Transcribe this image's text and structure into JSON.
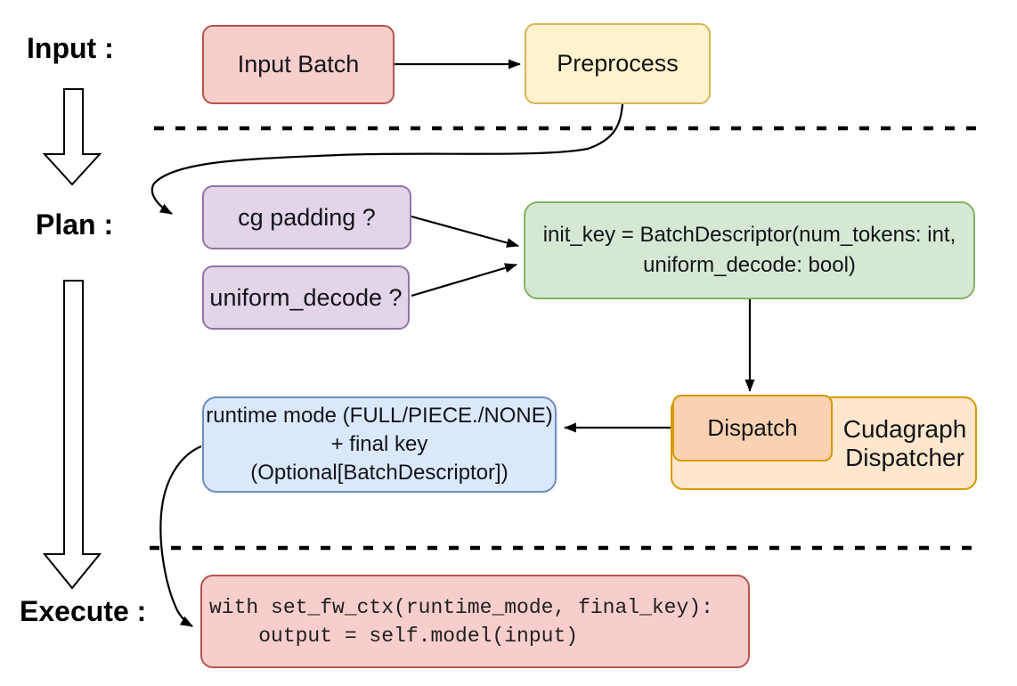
{
  "sections": {
    "input": {
      "label": "Input :"
    },
    "plan": {
      "label": "Plan :"
    },
    "execute": {
      "label": "Execute :"
    }
  },
  "nodes": {
    "input_batch": {
      "label": "Input Batch",
      "fill": "#f8cecc",
      "stroke": "#b85450"
    },
    "preprocess": {
      "label": "Preprocess",
      "fill": "#fff2cc",
      "stroke": "#d6b656"
    },
    "cg_padding": {
      "label": "cg padding ?",
      "fill": "#e1d5e7",
      "stroke": "#9673a6"
    },
    "uniform_decode": {
      "label": "uniform_decode ?",
      "fill": "#e1d5e7",
      "stroke": "#9673a6"
    },
    "init_key": {
      "line1": "init_key = BatchDescriptor(num_tokens: int,",
      "line2": "uniform_decode: bool)",
      "fill": "#d5e8d4",
      "stroke": "#82b366"
    },
    "runtime_mode": {
      "line1": "runtime mode (FULL/PIECE./NONE)",
      "line2": "+ final key (Optional[BatchDescriptor])",
      "fill": "#dae8fc",
      "stroke": "#6c8ebf"
    },
    "dispatch": {
      "label": "Dispatch",
      "fill": "#fbd2b1",
      "stroke": "#d79b00"
    },
    "cudagraph_dispatcher": {
      "line1": "Cudagraph",
      "line2": "Dispatcher",
      "fill": "#ffe6cc",
      "stroke": "#d79b00"
    },
    "execute_code": {
      "line1": "with set_fw_ctx(runtime_mode, final_key):",
      "line2": "    output = self.model(input)",
      "fill": "#f8cecc",
      "stroke": "#b85450"
    }
  },
  "edges": [
    {
      "from": "input_batch",
      "to": "preprocess",
      "type": "arrow"
    },
    {
      "from": "preprocess",
      "to": "cg_padding",
      "type": "curved-arrow"
    },
    {
      "from": "cg_padding",
      "to": "init_key",
      "type": "arrow"
    },
    {
      "from": "uniform_decode",
      "to": "init_key",
      "type": "arrow"
    },
    {
      "from": "init_key",
      "to": "dispatch",
      "type": "arrow"
    },
    {
      "from": "dispatch",
      "to": "runtime_mode",
      "type": "arrow"
    },
    {
      "from": "runtime_mode",
      "to": "execute_code",
      "type": "curved-arrow"
    }
  ],
  "dividers": [
    {
      "between": "input/plan",
      "style": "dashed"
    },
    {
      "between": "plan/execute",
      "style": "dashed"
    }
  ],
  "colors": {
    "background": "#ffffff",
    "connector": "#000000",
    "label_text": "#000000"
  }
}
